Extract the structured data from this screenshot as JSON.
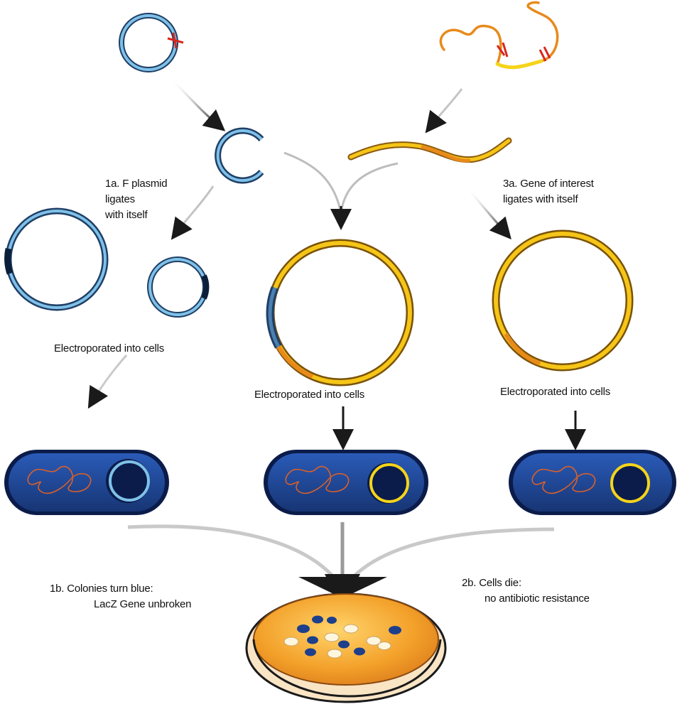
{
  "labels": {
    "plasmid_self_ligate": [
      "1a. F plasmid",
      "ligates",
      "with itself"
    ],
    "gene_self_ligate": [
      "3a. Gene of interest",
      "ligates with itself"
    ],
    "electroporated_left": "Electroporated into cells",
    "electroporated_middle": "Electroporated into cells",
    "electroporated_right": "Electroporated into cells",
    "colonies_blue": [
      "1b. Colonies turn blue:",
      "LacZ Gene unbroken"
    ],
    "cells_die": [
      "2b. Cells die:",
      "no antibiotic resistance"
    ]
  },
  "colors": {
    "plasmid_blue": "#5b9fc9",
    "plasmid_dark": "#1f3f66",
    "gene_yellow": "#f5c518",
    "gene_orange": "#e88a1a",
    "cut_red": "#d8261c",
    "cell_fill": "#1d3f8c",
    "cell_dark": "#0b1c4a",
    "chromosome": "#d8602a",
    "dish_agar": "#f3a12a",
    "arrow": "#1a1a1a"
  }
}
